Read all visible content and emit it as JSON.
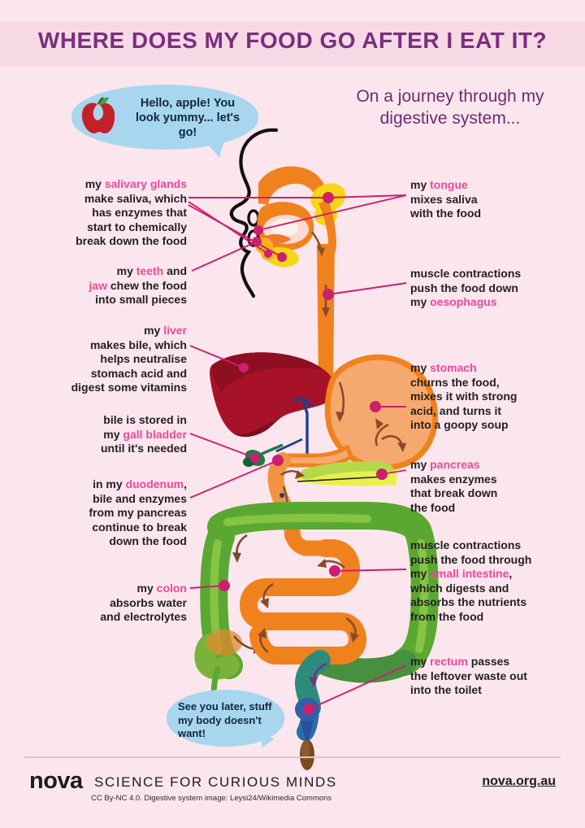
{
  "header": {
    "title": "WHERE DOES MY FOOD GO AFTER I EAT IT?",
    "title_color": "#7b2d7e",
    "band_color": "#f7d9e6"
  },
  "subtitle": "On a journey through\nmy digestive system...",
  "background_color": "#fbe6ee",
  "accent_color": "#ec4899",
  "bubbles": {
    "apple": {
      "text": "Hello, apple!\nYou look yummy...\nlet's go!",
      "color": "#a8d6ee",
      "icon": "apple-icon"
    },
    "goodbye": {
      "text": "See you later,\nstuff my body\ndoesn't want!",
      "color": "#a8d6ee"
    }
  },
  "callouts": {
    "salivary": {
      "lines": [
        [
          {
            "t": "my ",
            "hl": false
          },
          {
            "t": "salivary glands",
            "hl": true
          }
        ],
        [
          {
            "t": "make saliva, which",
            "hl": false
          }
        ],
        [
          {
            "t": "has enzymes that",
            "hl": false
          }
        ],
        [
          {
            "t": "start to chemically",
            "hl": false
          }
        ],
        [
          {
            "t": "break down the food",
            "hl": false
          }
        ]
      ]
    },
    "teeth": {
      "lines": [
        [
          {
            "t": "my ",
            "hl": false
          },
          {
            "t": "teeth",
            "hl": true
          },
          {
            "t": " and",
            "hl": false
          }
        ],
        [
          {
            "t": "jaw",
            "hl": true
          },
          {
            "t": " chew the food",
            "hl": false
          }
        ],
        [
          {
            "t": "into small pieces",
            "hl": false
          }
        ]
      ]
    },
    "liver": {
      "lines": [
        [
          {
            "t": "my ",
            "hl": false
          },
          {
            "t": "liver",
            "hl": true
          }
        ],
        [
          {
            "t": "makes bile, which",
            "hl": false
          }
        ],
        [
          {
            "t": "helps neutralise",
            "hl": false
          }
        ],
        [
          {
            "t": "stomach acid and",
            "hl": false
          }
        ],
        [
          {
            "t": "digest some vitamins",
            "hl": false
          }
        ]
      ]
    },
    "gall_bladder": {
      "lines": [
        [
          {
            "t": "bile is stored in",
            "hl": false
          }
        ],
        [
          {
            "t": "my ",
            "hl": false
          },
          {
            "t": "gall bladder",
            "hl": true
          }
        ],
        [
          {
            "t": "until it's needed",
            "hl": false
          }
        ]
      ]
    },
    "duodenum": {
      "lines": [
        [
          {
            "t": "in my ",
            "hl": false
          },
          {
            "t": "duodenum",
            "hl": true
          },
          {
            "t": ",",
            "hl": false
          }
        ],
        [
          {
            "t": "bile and enzymes",
            "hl": false
          }
        ],
        [
          {
            "t": "from my pancreas",
            "hl": false
          }
        ],
        [
          {
            "t": "continue to break",
            "hl": false
          }
        ],
        [
          {
            "t": "down the food",
            "hl": false
          }
        ]
      ]
    },
    "colon": {
      "lines": [
        [
          {
            "t": "my ",
            "hl": false
          },
          {
            "t": "colon",
            "hl": true
          }
        ],
        [
          {
            "t": "absorbs water",
            "hl": false
          }
        ],
        [
          {
            "t": "and electrolytes",
            "hl": false
          }
        ]
      ]
    },
    "tongue": {
      "lines": [
        [
          {
            "t": "my ",
            "hl": false
          },
          {
            "t": "tongue",
            "hl": true
          }
        ],
        [
          {
            "t": "mixes saliva",
            "hl": false
          }
        ],
        [
          {
            "t": "with the food",
            "hl": false
          }
        ]
      ]
    },
    "oesophagus": {
      "lines": [
        [
          {
            "t": "muscle contractions",
            "hl": false
          }
        ],
        [
          {
            "t": "push the food down",
            "hl": false
          }
        ],
        [
          {
            "t": "my ",
            "hl": false
          },
          {
            "t": "oesophagus",
            "hl": true
          }
        ]
      ]
    },
    "stomach": {
      "lines": [
        [
          {
            "t": "my ",
            "hl": false
          },
          {
            "t": "stomach",
            "hl": true
          }
        ],
        [
          {
            "t": "churns the food,",
            "hl": false
          }
        ],
        [
          {
            "t": "mixes it with strong",
            "hl": false
          }
        ],
        [
          {
            "t": "acid, and turns it",
            "hl": false
          }
        ],
        [
          {
            "t": "into a goopy soup",
            "hl": false
          }
        ]
      ]
    },
    "pancreas": {
      "lines": [
        [
          {
            "t": "my ",
            "hl": false
          },
          {
            "t": "pancreas",
            "hl": true
          }
        ],
        [
          {
            "t": "makes enzymes",
            "hl": false
          }
        ],
        [
          {
            "t": "that break down",
            "hl": false
          }
        ],
        [
          {
            "t": "the food",
            "hl": false
          }
        ]
      ]
    },
    "small_intestine": {
      "lines": [
        [
          {
            "t": "muscle contractions",
            "hl": false
          }
        ],
        [
          {
            "t": "push the food through",
            "hl": false
          }
        ],
        [
          {
            "t": "my ",
            "hl": false
          },
          {
            "t": "small intestine",
            "hl": true
          },
          {
            "t": ",",
            "hl": false
          }
        ],
        [
          {
            "t": "which digests and",
            "hl": false
          }
        ],
        [
          {
            "t": "absorbs the nutrients",
            "hl": false
          }
        ],
        [
          {
            "t": "from the food",
            "hl": false
          }
        ]
      ]
    },
    "rectum": {
      "lines": [
        [
          {
            "t": "my ",
            "hl": false
          },
          {
            "t": "rectum",
            "hl": true
          },
          {
            "t": " passes",
            "hl": false
          }
        ],
        [
          {
            "t": "the leftover waste out",
            "hl": false
          }
        ],
        [
          {
            "t": "into the toilet",
            "hl": false
          }
        ]
      ]
    }
  },
  "anatomy": {
    "organ_colors": {
      "mouth_throat": "#f0821e",
      "oesophagus": "#f0821e",
      "stomach": "#f6a96e",
      "liver": "#a81228",
      "gall_bladder": "#1f7a4a",
      "pancreas": "#e8f04a",
      "small_intestine": "#f0821e",
      "colon": "#5aa832",
      "rectum": "#2a7a8c",
      "anus": "#2f5fa8",
      "stool": "#7b4a20",
      "salivary_glands": "#f7d518",
      "head_outline": "#111111"
    },
    "pointer_color": "#cc1f6e",
    "labels": [
      "mouth",
      "tongue",
      "salivary glands",
      "teeth",
      "oesophagus",
      "liver",
      "gall bladder",
      "stomach",
      "pancreas",
      "duodenum",
      "small intestine",
      "colon",
      "rectum"
    ]
  },
  "footer": {
    "logo": "nova",
    "tagline": "SCIENCE FOR CURIOUS MINDS",
    "credit": "CC By-NC 4.0. Digestive system image: Leysi24/Wikimedia Commons",
    "url": "nova.org.au"
  }
}
